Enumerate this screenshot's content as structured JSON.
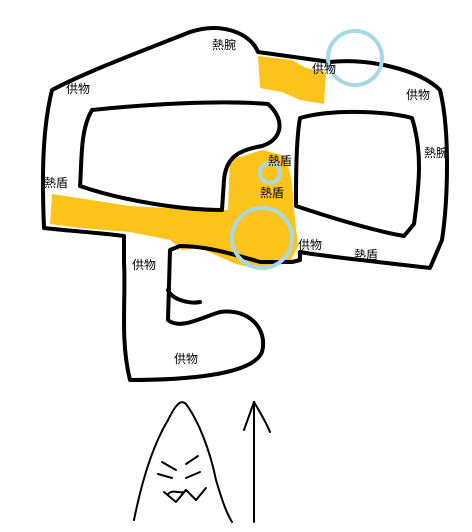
{
  "labels": {
    "top_mid": "熱腕",
    "top_right_a": "供物",
    "top_left": "供物",
    "top_right_b": "供物",
    "right": "熱腕",
    "left": "熱盾",
    "center_a": "熱盾",
    "center_b": "熱盾",
    "center_right": "供物",
    "lower_right": "熱盾",
    "left_lower": "供物",
    "bottom": "供物"
  },
  "colors": {
    "hazard_fill": "#fcc31a",
    "marker_ring": "#a6d8e6",
    "wall": "#000000",
    "background": "#ffffff"
  },
  "icons": {
    "creature": "ghost-monster-icon",
    "weapon": "spear-icon"
  }
}
